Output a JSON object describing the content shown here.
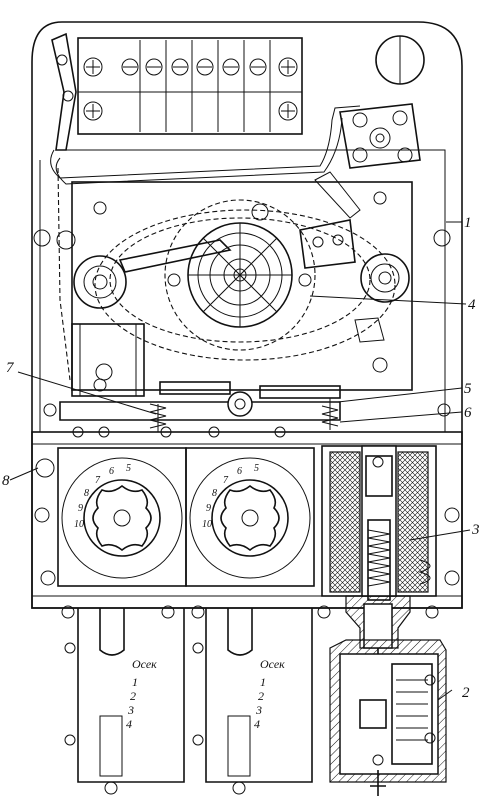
{
  "callouts": {
    "c1": "1",
    "c2": "2",
    "c3": "3",
    "c4": "4",
    "c5": "5",
    "c6": "6",
    "c7": "7",
    "c8": "8"
  },
  "dials": {
    "left": [
      "5",
      "6",
      "7",
      "8",
      "9",
      "10"
    ],
    "right": [
      "5",
      "6",
      "7",
      "8",
      "9",
      "10"
    ]
  },
  "section_tables": {
    "left": {
      "header": "Осек",
      "rows": [
        "1",
        "2",
        "3",
        "4"
      ]
    },
    "right": {
      "header": "Осек",
      "rows": [
        "1",
        "2",
        "3",
        "4"
      ]
    }
  }
}
